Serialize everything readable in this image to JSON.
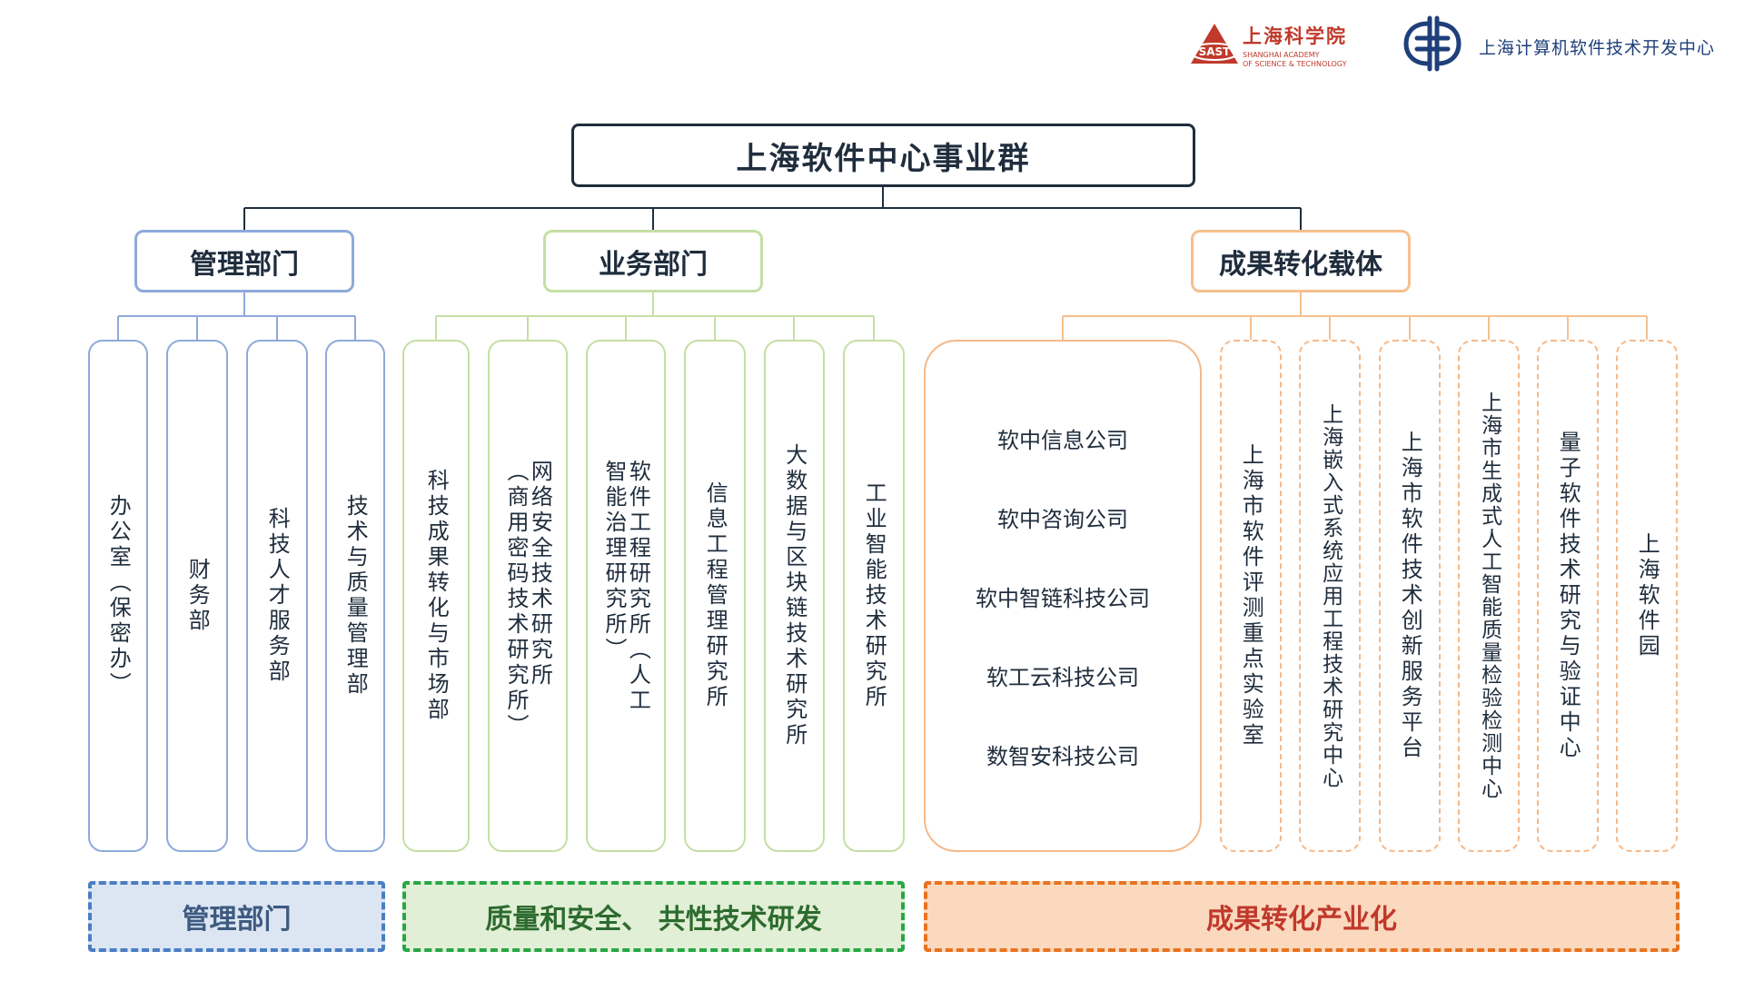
{
  "header": {
    "sast_logo": {
      "emblem_text": "SAST",
      "name_cn": "上海科学院",
      "name_en_line1": "SHANGHAI ACADEMY",
      "name_en_line2": "OF SCIENCE & TECHNOLOGY"
    },
    "center_logo": {
      "name": "上海计算机软件技术开发中心"
    }
  },
  "root": {
    "label": "上海软件中心事业群"
  },
  "categories": [
    {
      "label": "管理部门",
      "color": "#8eaadb"
    },
    {
      "label": "业务部门",
      "color": "#c5dfa4"
    },
    {
      "label": "成果转化载体",
      "color": "#f5c08e"
    }
  ],
  "management_departments": [
    "办公室（保密办）",
    "财务部",
    "科技人才服务部",
    "技术与质量管理部"
  ],
  "business_departments": [
    "科技成果转化与市场部",
    "网络安全技术研究所（商用密码技术研究所）",
    "软件工程研究所（人工智能治理研究所）",
    "信息工程管理研究所",
    "大数据与区块链技术研究所",
    "工业智能技术研究所"
  ],
  "companies": [
    "软中信息公司",
    "软中咨询公司",
    "软中智链科技公司",
    "软工云科技公司",
    "数智安科技公司"
  ],
  "result_carriers": [
    "上海市软件评测重点实验室",
    "上海嵌入式系统应用工程技术研究中心",
    "上海市软件技术创新服务平台",
    "上海市生成式人工智能质量检验检测中心",
    "量子软件技术研究与验证中心",
    "上海软件园"
  ],
  "banners": {
    "management": "管理部门",
    "business": "质量和安全、 共性技术研发",
    "result": "成果转化产业化"
  },
  "colors": {
    "management": "#8eaadb",
    "business": "#c5dfa4",
    "result": "#f5c08e",
    "sast_red": "#c0392b",
    "center_blue": "#1f3f7a"
  }
}
